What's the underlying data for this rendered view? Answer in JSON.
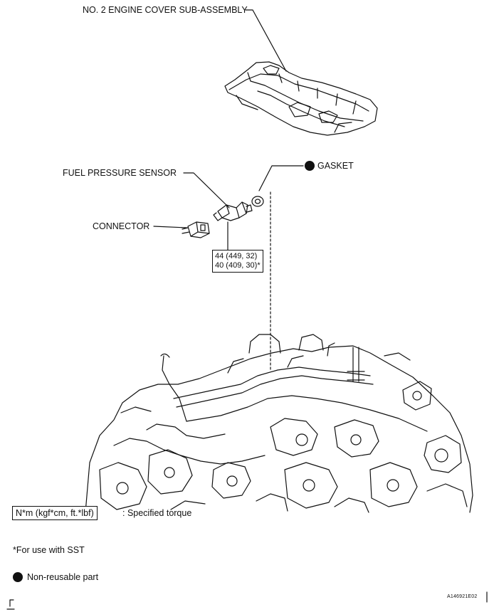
{
  "callouts": {
    "engine_cover": "NO. 2 ENGINE COVER SUB-ASSEMBLY",
    "fuel_pressure_sensor": "FUEL PRESSURE SENSOR",
    "gasket": "GASKET",
    "connector": "CONNECTOR"
  },
  "torque": {
    "line1": "44 (449, 32)",
    "line2": "40 (409, 30)*"
  },
  "legend": {
    "torque_units": "N*m (kgf*cm, ft.*lbf)",
    "torque_desc": ": Specified torque",
    "sst_note": "*For use with SST",
    "non_reusable": "Non-reusable part"
  },
  "figure_id": "A146921E02",
  "colors": {
    "ink": "#111111",
    "paper": "#ffffff"
  }
}
